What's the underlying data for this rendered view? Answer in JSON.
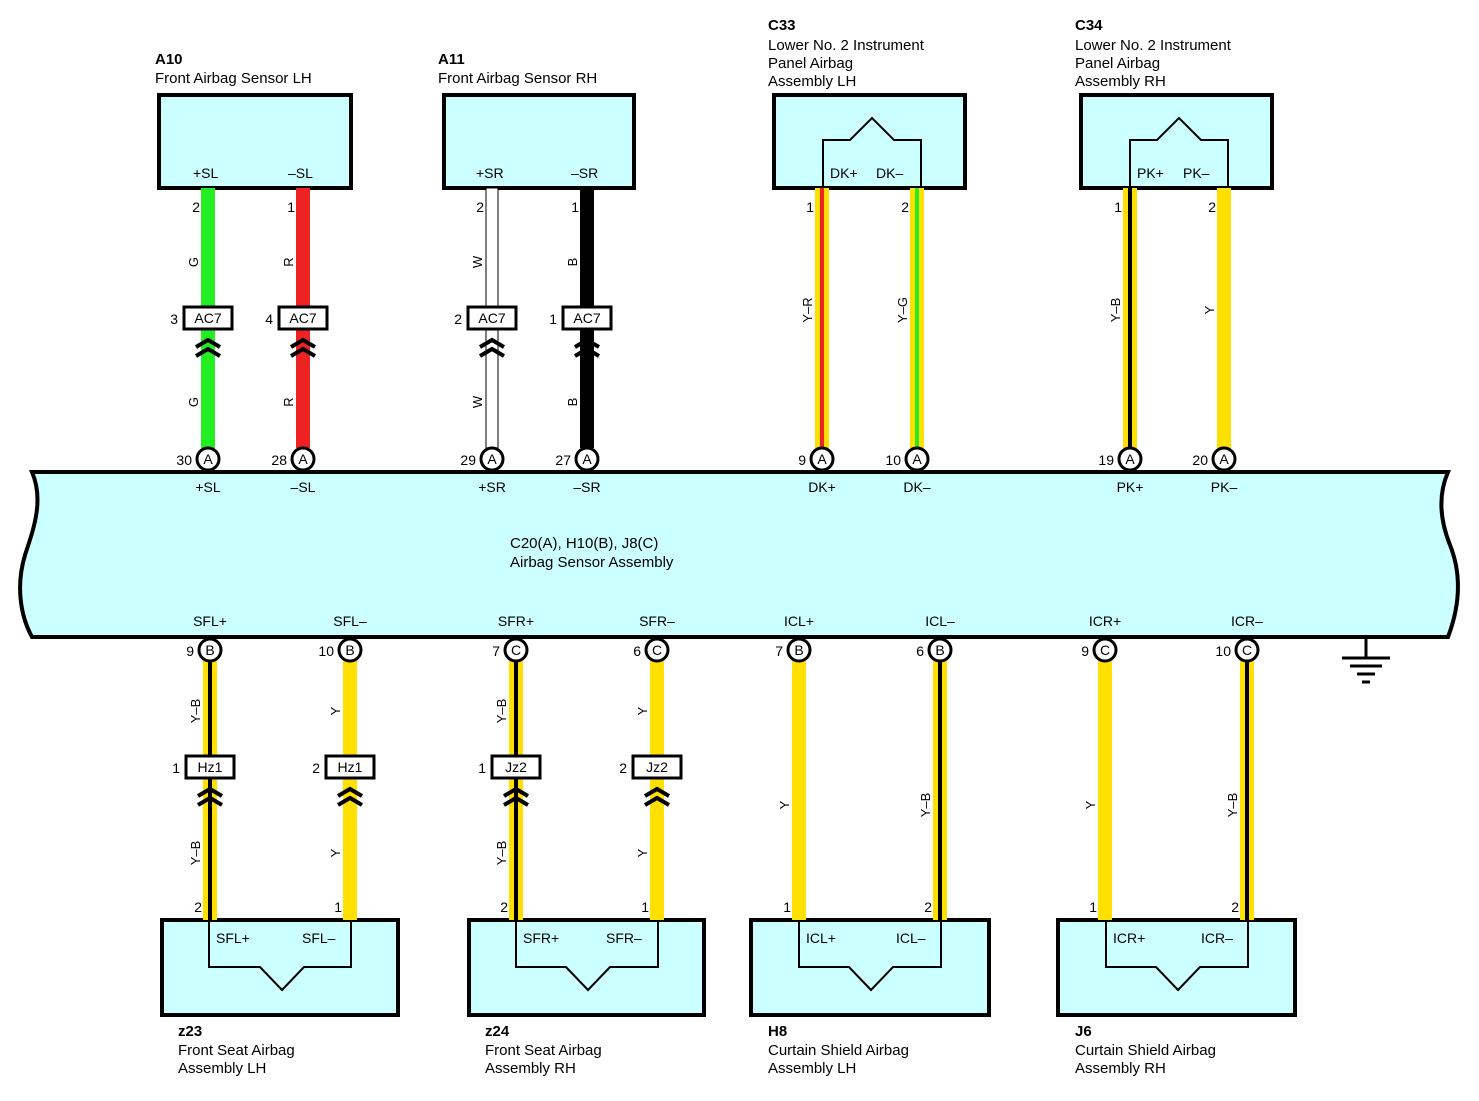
{
  "colors": {
    "box_fill": "#ccffff",
    "G": "#22ee22",
    "R": "#ee2222",
    "W": "#ffffff",
    "B": "#000000",
    "Y": "#ffe000"
  },
  "main": {
    "code": "C20(A), H10(B), J8(C)",
    "name": "Airbag Sensor Assembly"
  },
  "top_components": [
    {
      "code": "A10",
      "name_lines": [
        "Front Airbag Sensor LH"
      ],
      "terms": [
        "+SL",
        "–SL"
      ]
    },
    {
      "code": "A11",
      "name_lines": [
        "Front Airbag Sensor RH"
      ],
      "terms": [
        "+SR",
        "–SR"
      ]
    },
    {
      "code": "C33",
      "name_lines": [
        "Lower No.  2 Instrument",
        "Panel Airbag",
        "Assembly LH"
      ],
      "terms": [
        "DK+",
        "DK–"
      ]
    },
    {
      "code": "C34",
      "name_lines": [
        "Lower No.  2 Instrument",
        "Panel Airbag",
        "Assembly RH"
      ],
      "terms": [
        "PK+",
        "PK–"
      ]
    }
  ],
  "bottom_components": [
    {
      "code": "z23",
      "name_lines": [
        "Front Seat Airbag",
        "Assembly LH"
      ],
      "terms": [
        "SFL+",
        "SFL–"
      ]
    },
    {
      "code": "z24",
      "name_lines": [
        "Front Seat Airbag",
        "Assembly RH"
      ],
      "terms": [
        "SFR+",
        "SFR–"
      ]
    },
    {
      "code": "H8",
      "name_lines": [
        "Curtain Shield Airbag",
        "Assembly LH"
      ],
      "terms": [
        "ICL+",
        "ICL–"
      ]
    },
    {
      "code": "J6",
      "name_lines": [
        "Curtain Shield Airbag",
        "Assembly RH"
      ],
      "terms": [
        "ICR+",
        "ICR–"
      ]
    }
  ],
  "top_wires": [
    {
      "comp_pin": "2",
      "color": "G",
      "inline": {
        "pin": "3",
        "code": "AC7"
      },
      "main_pin": "30",
      "main_conn": "A",
      "main_term": "+SL"
    },
    {
      "comp_pin": "1",
      "color": "R",
      "inline": {
        "pin": "4",
        "code": "AC7"
      },
      "main_pin": "28",
      "main_conn": "A",
      "main_term": "–SL"
    },
    {
      "comp_pin": "2",
      "color": "W",
      "inline": {
        "pin": "2",
        "code": "AC7"
      },
      "main_pin": "29",
      "main_conn": "A",
      "main_term": "+SR"
    },
    {
      "comp_pin": "1",
      "color": "B",
      "inline": {
        "pin": "1",
        "code": "AC7"
      },
      "main_pin": "27",
      "main_conn": "A",
      "main_term": "–SR"
    },
    {
      "comp_pin": "1",
      "color": "Y–R",
      "main_pin": "9",
      "main_conn": "A",
      "main_term": "DK+"
    },
    {
      "comp_pin": "2",
      "color": "Y–G",
      "main_pin": "10",
      "main_conn": "A",
      "main_term": "DK–"
    },
    {
      "comp_pin": "1",
      "color": "Y–B",
      "main_pin": "19",
      "main_conn": "A",
      "main_term": "PK+"
    },
    {
      "comp_pin": "2",
      "color": "Y",
      "main_pin": "20",
      "main_conn": "A",
      "main_term": "PK–"
    }
  ],
  "bottom_wires": [
    {
      "main_term": "SFL+",
      "main_pin": "9",
      "main_conn": "B",
      "color": "Y–B",
      "inline": {
        "pin": "1",
        "code": "Hz1"
      },
      "comp_pin": "2"
    },
    {
      "main_term": "SFL–",
      "main_pin": "10",
      "main_conn": "B",
      "color": "Y",
      "inline": {
        "pin": "2",
        "code": "Hz1"
      },
      "comp_pin": "1"
    },
    {
      "main_term": "SFR+",
      "main_pin": "7",
      "main_conn": "C",
      "color": "Y–B",
      "inline": {
        "pin": "1",
        "code": "Jz2"
      },
      "comp_pin": "2"
    },
    {
      "main_term": "SFR–",
      "main_pin": "6",
      "main_conn": "C",
      "color": "Y",
      "inline": {
        "pin": "2",
        "code": "Jz2"
      },
      "comp_pin": "1"
    },
    {
      "main_term": "ICL+",
      "main_pin": "7",
      "main_conn": "B",
      "color": "Y",
      "comp_pin": "1"
    },
    {
      "main_term": "ICL–",
      "main_pin": "6",
      "main_conn": "B",
      "color": "Y–B",
      "comp_pin": "2"
    },
    {
      "main_term": "ICR+",
      "main_pin": "9",
      "main_conn": "C",
      "color": "Y",
      "comp_pin": "1"
    },
    {
      "main_term": "ICR–",
      "main_pin": "10",
      "main_conn": "C",
      "color": "Y–B",
      "comp_pin": "2"
    }
  ]
}
